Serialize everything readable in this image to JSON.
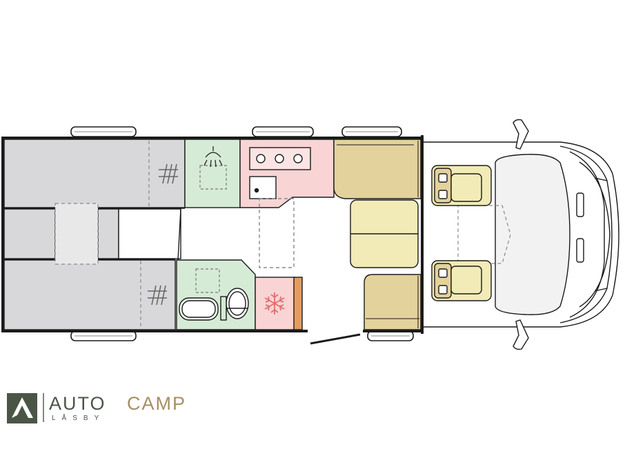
{
  "brand": {
    "name_part1": "AUTO",
    "name_part2": "CAMP",
    "location": "LÅSBY"
  },
  "colors": {
    "outline": "#1a1a1a",
    "bed_grey": "#d8d8da",
    "bathroom_green": "#d6ebd6",
    "kitchen_pink": "#f8d4d4",
    "seat_tan": "#e3d29b",
    "seat_light": "#f2eab7",
    "logo_dark": "#4a5546",
    "logo_tan": "#a58f62",
    "fridge_accent": "#e49c5e",
    "snowflake": "#e26d6d"
  },
  "icons": [
    "shower-icon",
    "hob-burner-icon",
    "sink-icon",
    "toilet-icon",
    "washbasin-icon",
    "snowflake-icon",
    "seat-icon",
    "mirror-icon",
    "logo-mountain-icon"
  ]
}
